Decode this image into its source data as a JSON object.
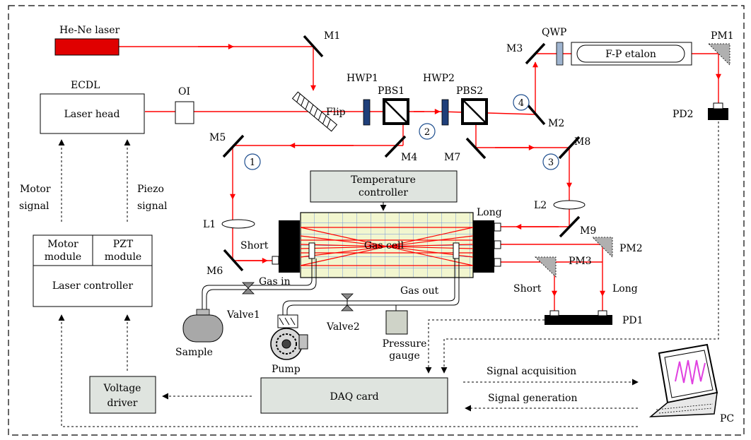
{
  "labels": {
    "he_ne_laser": "He-Ne laser",
    "ecdl": "ECDL",
    "laser_head": "Laser head",
    "oi": "OI",
    "flip": "Flip",
    "m1": "M1",
    "m2": "M2",
    "m3": "M3",
    "m4": "M4",
    "m5": "M5",
    "m6": "M6",
    "m7": "M7",
    "m8": "M8",
    "m9": "M9",
    "hwp1": "HWP1",
    "hwp2": "HWP2",
    "pbs1": "PBS1",
    "pbs2": "PBS2",
    "qwp": "QWP",
    "fp_etalon": "F-P etalon",
    "pm1": "PM1",
    "pm2": "PM2",
    "pm3": "PM3",
    "pd1": "PD1",
    "pd2": "PD2",
    "l1": "L1",
    "l2": "L2",
    "temp_controller_line1": "Temperature",
    "temp_controller_line2": "controller",
    "gas_cell": "Gas cell",
    "long_top": "Long",
    "short_left": "Short",
    "short_beam": "Short",
    "long_beam": "Long",
    "gas_in": "Gas in",
    "gas_out": "Gas out",
    "valve1": "Valve1",
    "valve2": "Valve2",
    "pressure_gauge_line1": "Pressure",
    "pressure_gauge_line2": "gauge",
    "sample": "Sample",
    "pump": "Pump",
    "motor_signal_line1": "Motor",
    "motor_signal_line2": "signal",
    "piezo_signal_line1": "Piezo",
    "piezo_signal_line2": "signal",
    "motor_module_line1": "Motor",
    "motor_module_line2": "module",
    "pzt_module_line1": "PZT",
    "pzt_module_line2": "module",
    "laser_controller": "Laser controller",
    "voltage_driver_line1": "Voltage",
    "voltage_driver_line2": "driver",
    "daq_card": "DAQ card",
    "signal_acquisition": "Signal acquisition",
    "signal_generation": "Signal generation",
    "pc": "PC"
  },
  "path_numbers": [
    "1",
    "2",
    "3",
    "4"
  ],
  "colors": {
    "beam": "#ff0000",
    "laser_body": "#e00000",
    "box_fill": "#dfe4df",
    "cell_fill": "#f2f6cf",
    "cell_grid": "#6f8fd8",
    "waveplate": "#1f3f7a",
    "qwp": "#9fb4cf",
    "circle": "#1f4f8f",
    "pc_screen": "#e040e0"
  }
}
